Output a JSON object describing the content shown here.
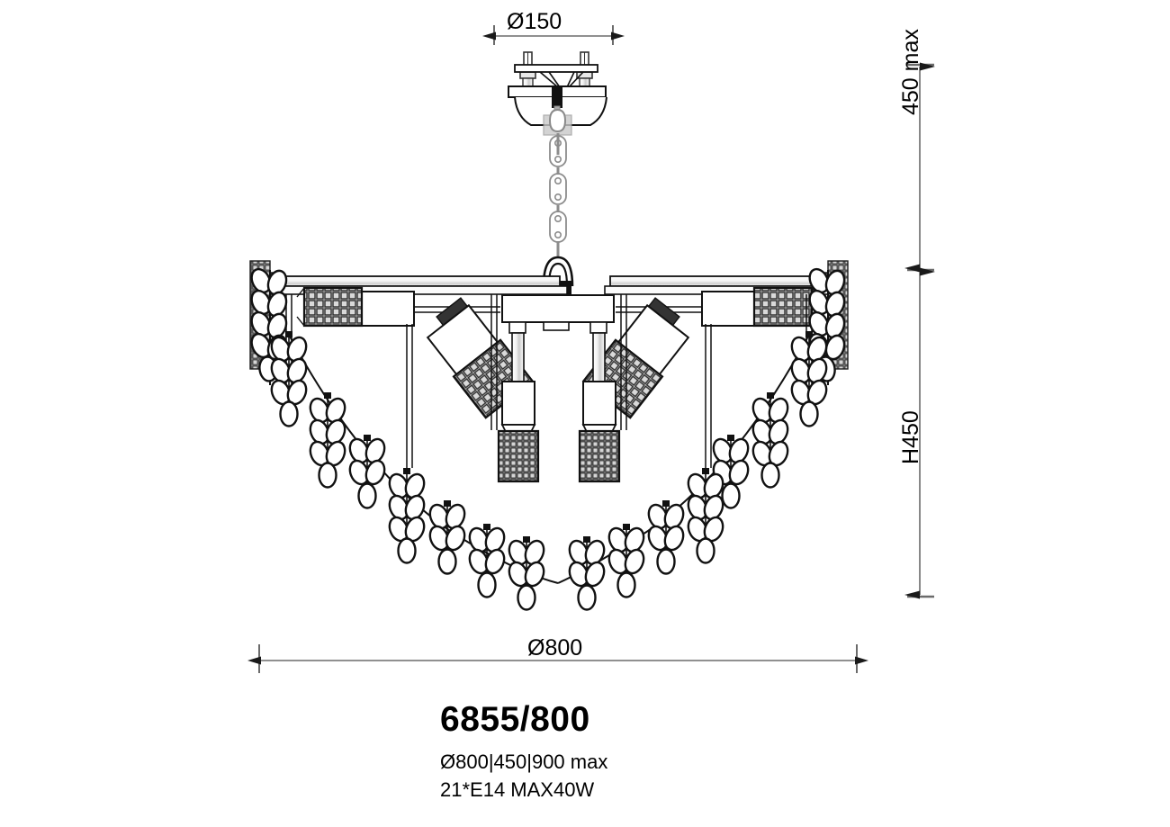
{
  "drawing": {
    "type": "technical-dimension-drawing",
    "subject": "ceiling chandelier / pendant light fixture",
    "background_color": "#ffffff",
    "line_color": "#000000",
    "dim_line_color": "#595959"
  },
  "dimensions": {
    "top_diameter": {
      "label": "Ø150",
      "value": 150,
      "unit": "mm",
      "description": "ceiling canopy diameter",
      "orientation": "horizontal"
    },
    "bottom_diameter": {
      "label": "Ø800",
      "value": 800,
      "unit": "mm",
      "description": "overall fixture diameter",
      "orientation": "horizontal"
    },
    "upper_height": {
      "label": "450 max",
      "value": 450,
      "unit": "mm",
      "description": "maximum suspension chain drop",
      "orientation": "vertical"
    },
    "lower_height": {
      "label": "H450",
      "value": 450,
      "unit": "mm",
      "description": "body height of fixture",
      "orientation": "vertical"
    }
  },
  "caption": {
    "model": "6855/800",
    "spec_dimensions": "Ø800|450|900 max",
    "spec_lamps": "21*E14 MAX40W"
  },
  "fixture": {
    "canopy": "ceiling-canopy",
    "chain_links": 3,
    "hook": "suspension-hook",
    "hub": "central-hub",
    "arms": 2,
    "down_lamps": 2,
    "angled_lamps": 2,
    "horizontal_lamps": 2,
    "crystal_garlands": 2,
    "crystal_clusters": 2
  }
}
